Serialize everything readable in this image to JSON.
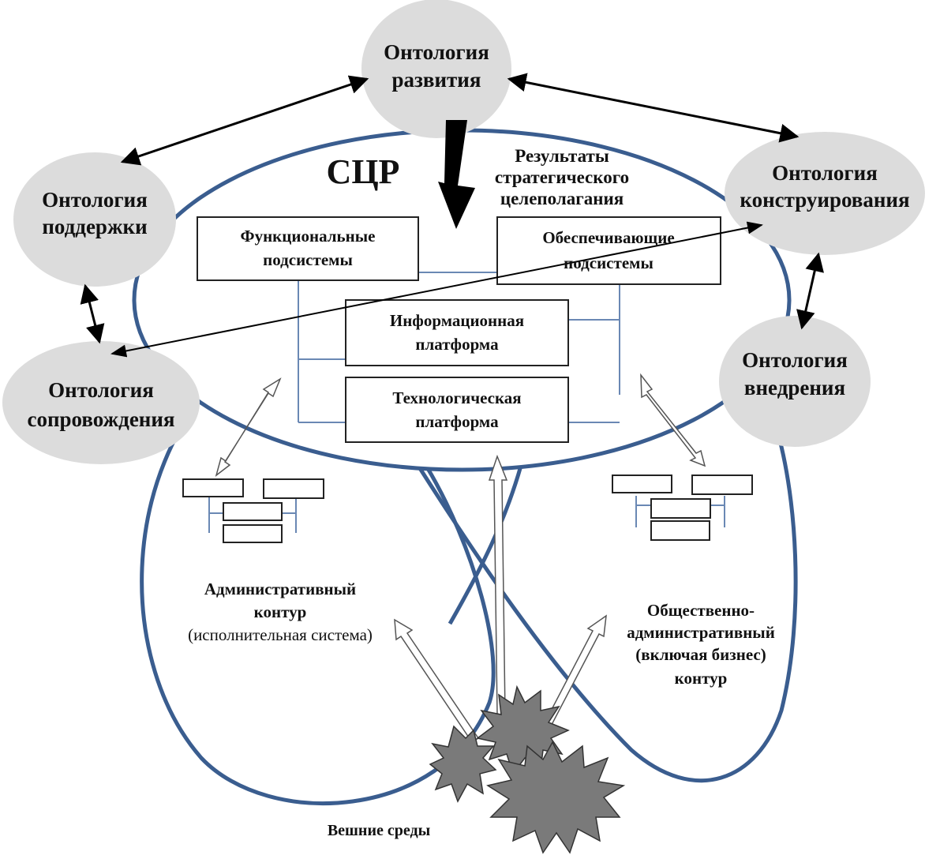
{
  "colors": {
    "ellipse_stroke": "#3a5d8f",
    "node_fill": "#dcdcdc",
    "connector": "#6a88b4",
    "burst": "#7a7a7a",
    "arrow": "#000000"
  },
  "nodes": {
    "development": [
      "Онтология",
      "развития"
    ],
    "support": [
      "Онтология",
      "поддержки"
    ],
    "construction": [
      "Онтология",
      "конструирования"
    ],
    "maintenance": [
      "Онтология",
      "сопровождения"
    ],
    "implementation": [
      "Онтология",
      "внедрения"
    ]
  },
  "center": {
    "title": "СЦР",
    "strategic_results": [
      "Результаты",
      "стратегического",
      "целеполагания"
    ]
  },
  "boxes": {
    "functional": [
      "Функциональные",
      "подсистемы"
    ],
    "supporting": [
      "Обеспечивающие",
      "подсистемы"
    ],
    "info_platform": [
      "Информационная",
      "платформа"
    ],
    "tech_platform": [
      "Технологическая",
      "платформа"
    ]
  },
  "contours": {
    "administrative": [
      "Административный",
      "контур",
      "(исполнительная система)"
    ],
    "public_administrative": [
      "Общественно-",
      "административный",
      "(включая бизнес)",
      "контур"
    ]
  },
  "environment": "Вешние среды"
}
